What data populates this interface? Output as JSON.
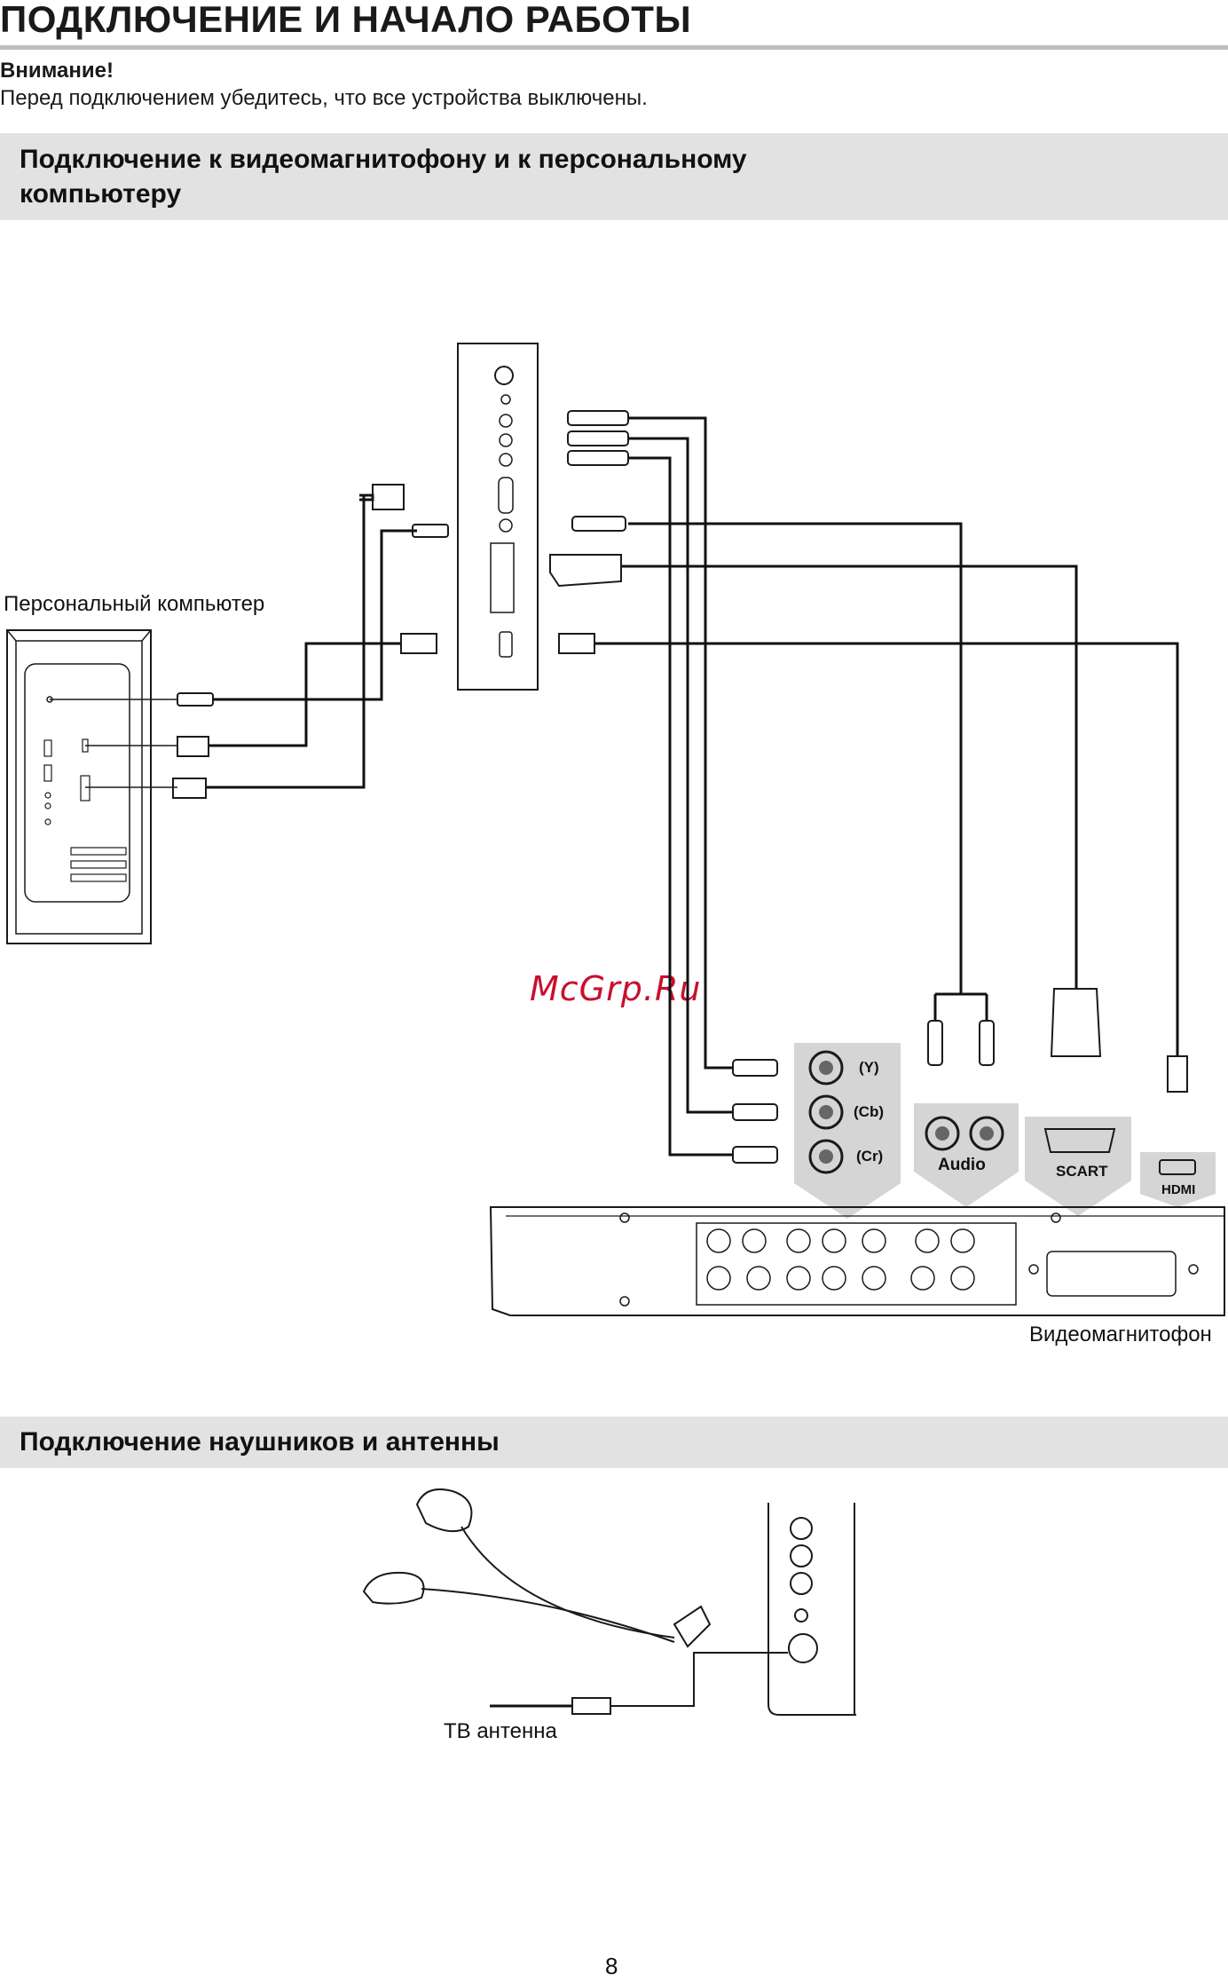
{
  "header": {
    "title": "ПОДКЛЮЧЕНИЕ И НАЧАЛО РАБОТЫ"
  },
  "warning": {
    "title": "Внимание!",
    "text": "Перед подключением убедитесь, что все устройства выключены."
  },
  "section1": {
    "title_line1": "Подключение к видеомагнитофону и к персональному",
    "title_line2": "компьютеру",
    "pc_label": "Персональный компьютер",
    "vcr_label": "Видеомагнитофон",
    "connectors": {
      "y": "(Y)",
      "cb": "(Cb)",
      "cr": "(Cr)",
      "audio": "Audio",
      "scart": "SCART",
      "hdmi": "HDMI"
    }
  },
  "section2": {
    "title": "Подключение наушников и антенны",
    "antenna_label": "ТВ антенна"
  },
  "watermark": "McGrp.Ru",
  "page_number": "8"
}
